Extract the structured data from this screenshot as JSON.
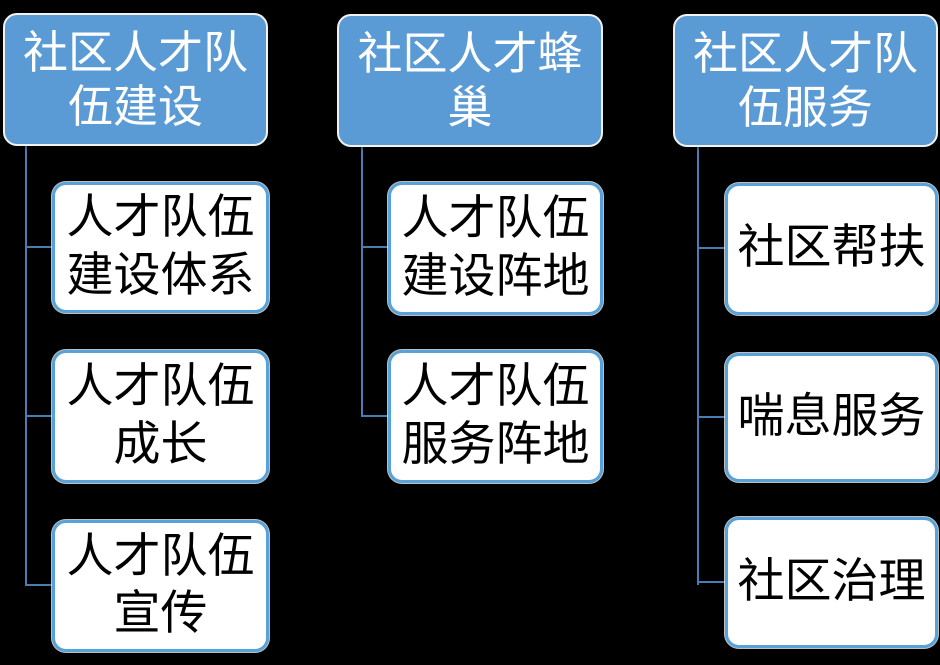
{
  "diagram": {
    "type": "hierarchy",
    "background_color": "#000000",
    "colors": {
      "header_fill": "#5B9BD5",
      "header_outline": "#F2F2F2",
      "header_text": "#FFFFFF",
      "child_fill": "#FFFFFF",
      "child_border": "#56A2D9",
      "child_text": "#000000",
      "connector": "#4A7CB5"
    },
    "columns": [
      {
        "header": "社区人才队\n伍建设",
        "children": [
          "人才队伍\n建设体系",
          "人才队伍\n成长",
          "人才队伍\n宣传"
        ]
      },
      {
        "header": "社区人才蜂\n巢",
        "children": [
          "人才队伍\n建设阵地",
          "人才队伍\n服务阵地"
        ]
      },
      {
        "header": "社区人才队\n伍服务",
        "children": [
          "社区帮扶",
          "喘息服务",
          "社区治理"
        ]
      }
    ]
  }
}
